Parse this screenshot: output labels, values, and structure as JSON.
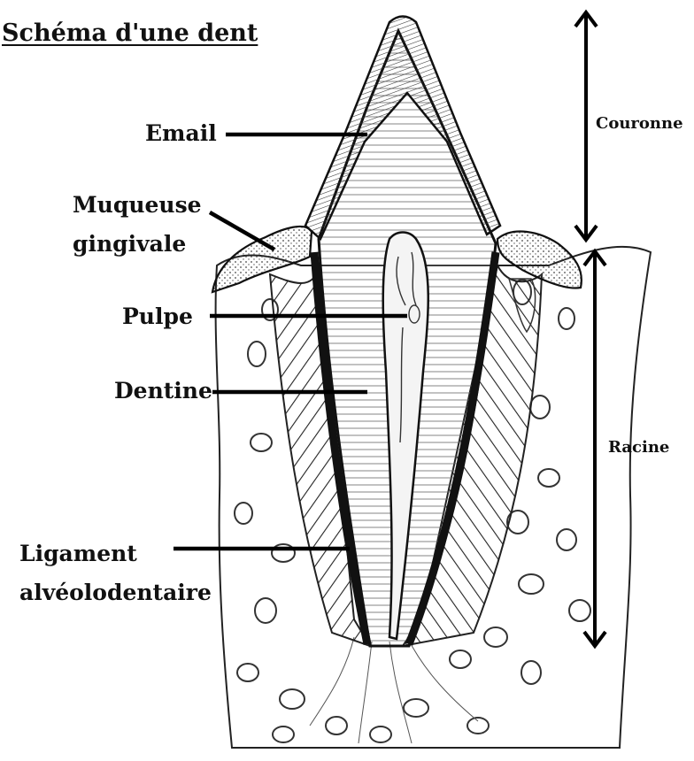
{
  "title": "Schéma d'une dent",
  "labels": {
    "email": "Email",
    "muqueuse_line1": "Muqueuse",
    "muqueuse_line2": "gingivale",
    "pulpe": "Pulpe",
    "dentine": "Dentine",
    "ligament_line1": "Ligament",
    "ligament_line2": "alvéolodentaire",
    "couronne": "Couronne",
    "racine": "Racine"
  },
  "colors": {
    "ink": "#111111",
    "gum_fill": "#d9d9d9",
    "background": "#ffffff"
  }
}
